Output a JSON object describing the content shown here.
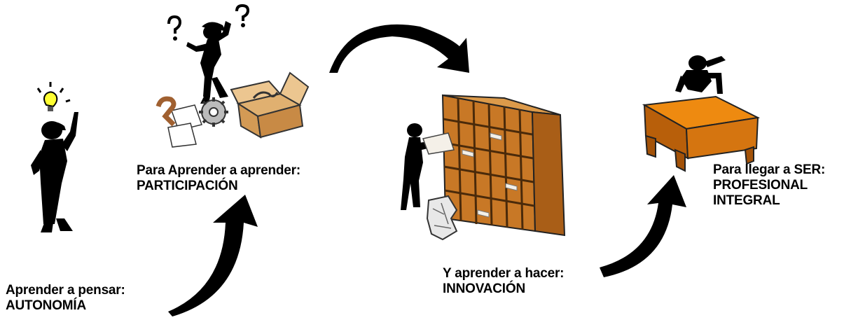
{
  "stages": [
    {
      "line1": "Aprender a pensar:",
      "line2": "AUTONOMÍA"
    },
    {
      "line1": "Para Aprender a aprender:",
      "line2": "PARTICIPACIÓN"
    },
    {
      "line1": "Y aprender a hacer:",
      "line2": "INNOVACIÓN"
    },
    {
      "line1": "Para llegar a SER:",
      "line2": "PROFESIONAL",
      "line3": "INTEGRAL"
    }
  ],
  "colors": {
    "figure": "#000000",
    "bulb": "#ffff33",
    "box": "#e0b070",
    "shelf": "#c87826",
    "desk": "#ee8a10",
    "arrow": "#000000"
  }
}
